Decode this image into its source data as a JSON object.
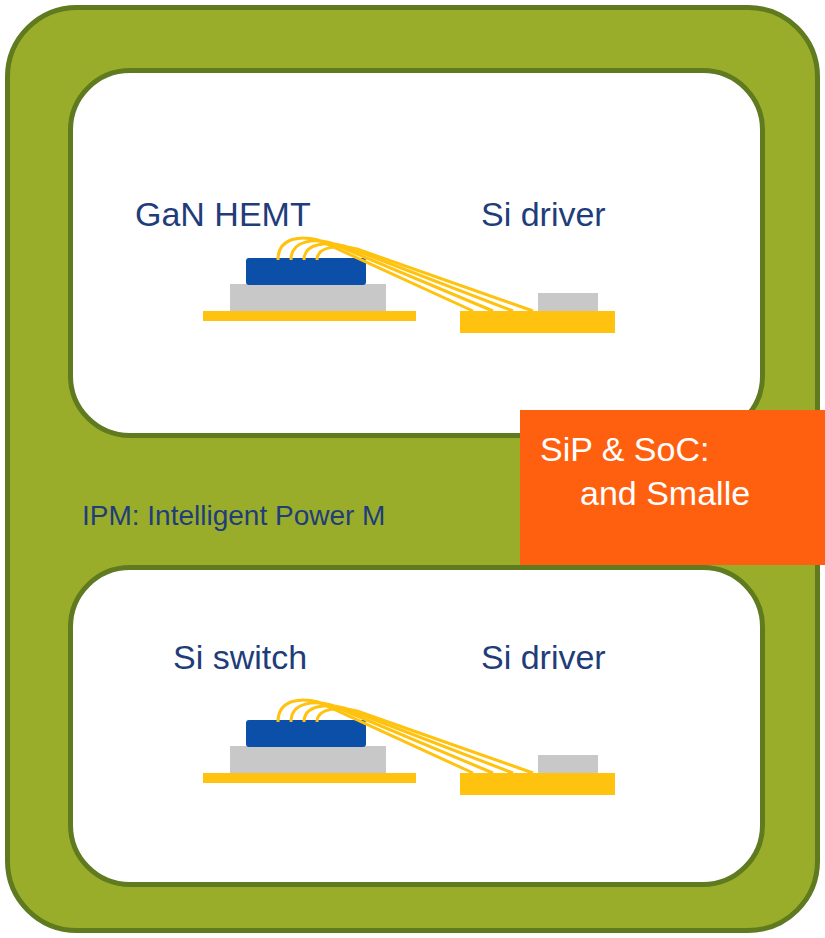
{
  "diagram": {
    "nodes": [
      {
        "text": [
          "IPM: Intelligent Power M"
        ]
      },
      {
        "text": [
          "GaN HEMT",
          "Si driver"
        ],
        "in": 0
      },
      {
        "text": [
          "Si switch",
          "Si driver"
        ],
        "in": 0
      },
      {
        "text": [
          "SiP & SoC:",
          "and Smalle"
        ]
      }
    ]
  }
}
